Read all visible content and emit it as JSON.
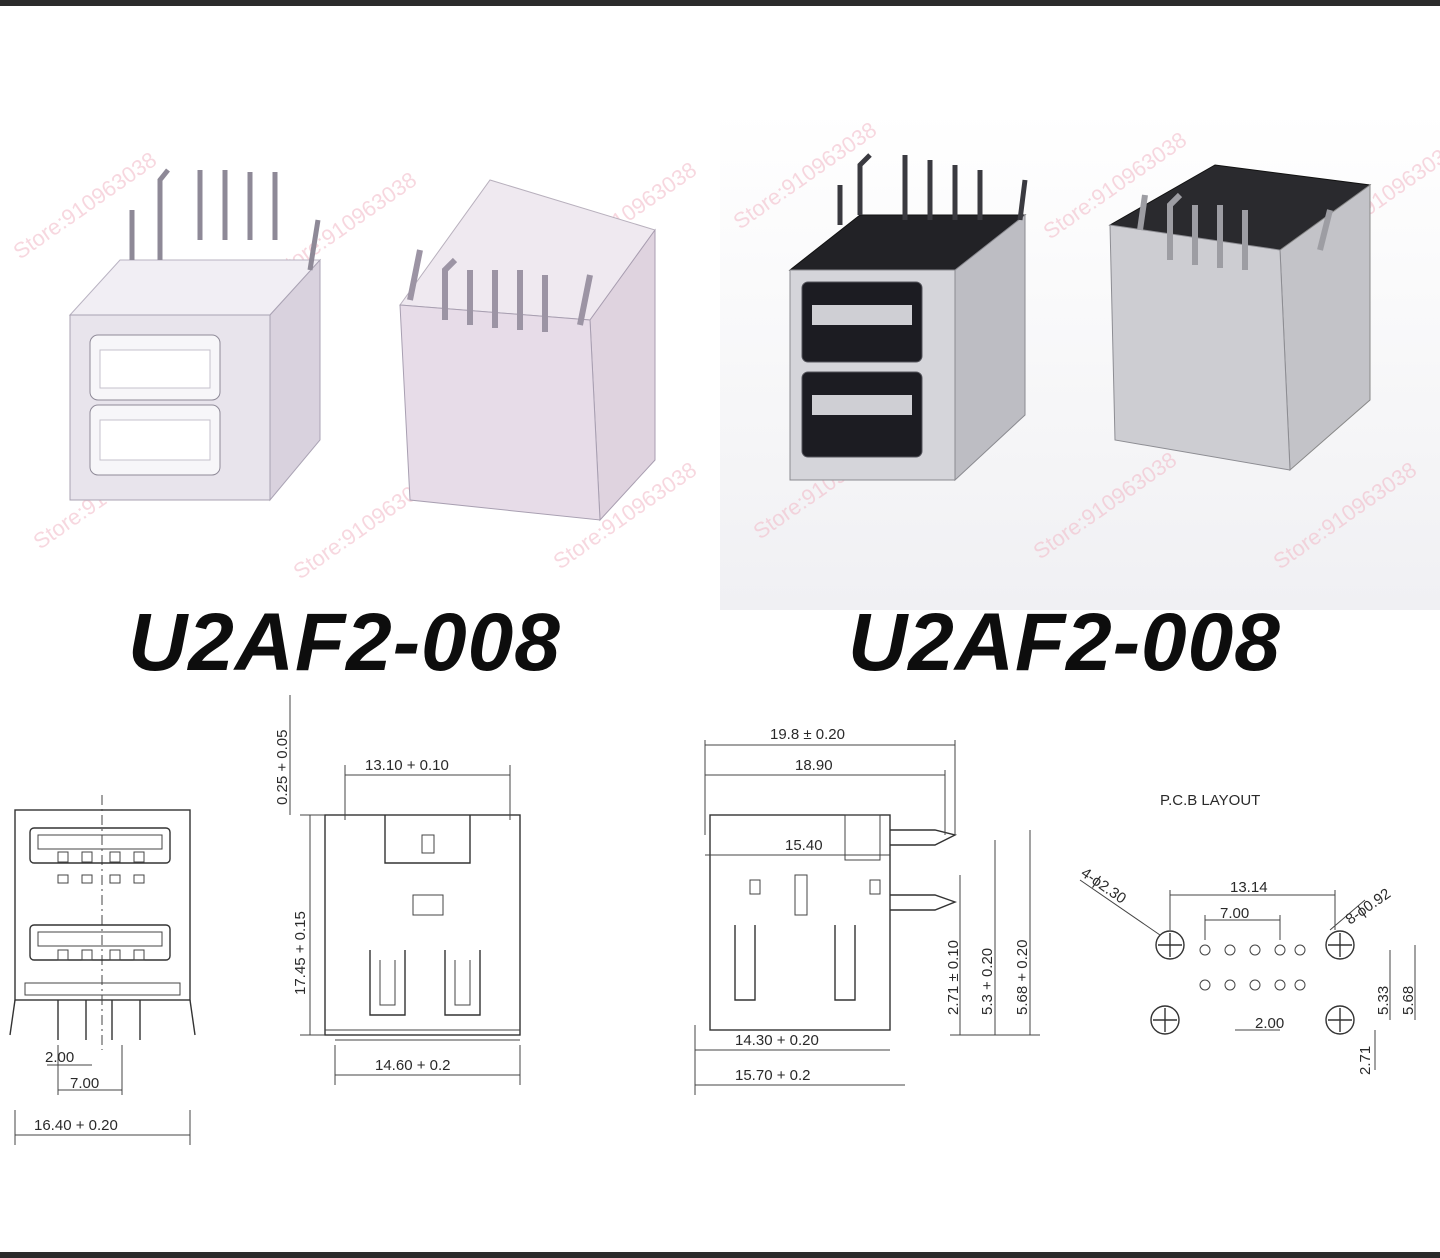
{
  "frame": {
    "colors": {
      "border": "#2b2b2b",
      "background": "#ffffff",
      "watermark": "#f2b8c6"
    }
  },
  "products": [
    {
      "label": "U2AF2-008",
      "finish": "white"
    },
    {
      "label": "U2AF2-008",
      "finish": "black"
    }
  ],
  "watermark": {
    "text": "Store:910963038"
  },
  "drawings": {
    "front_view": {
      "dims": {
        "pitch_small": "2.00",
        "pitch": "7.00",
        "width": "16.40 + 0.20"
      }
    },
    "front_dims": {
      "top_offset": "0.25 + 0.05",
      "top_width": "13.10 + 0.10",
      "height": "17.45 + 0.15",
      "bottom_width": "14.60 + 0.2"
    },
    "side_view": {
      "overall": "19.8 ± 0.20",
      "depth": "18.90",
      "inner": "15.40",
      "pin_a": "2.71 ± 0.10",
      "pin_b": "5.3 + 0.20",
      "pin_c": "5.68 + 0.20",
      "base_a": "14.30 + 0.20",
      "base_b": "15.70 + 0.2"
    },
    "pcb_layout": {
      "title": "P.C.B LAYOUT",
      "hole_large": "4-ϕ2.30",
      "hole_small": "8-ϕ0.92",
      "span": "13.14",
      "pitch": "7.00",
      "pitch_small": "2.00",
      "row_a": "5.33",
      "row_b": "5.68",
      "offset": "2.71"
    }
  }
}
